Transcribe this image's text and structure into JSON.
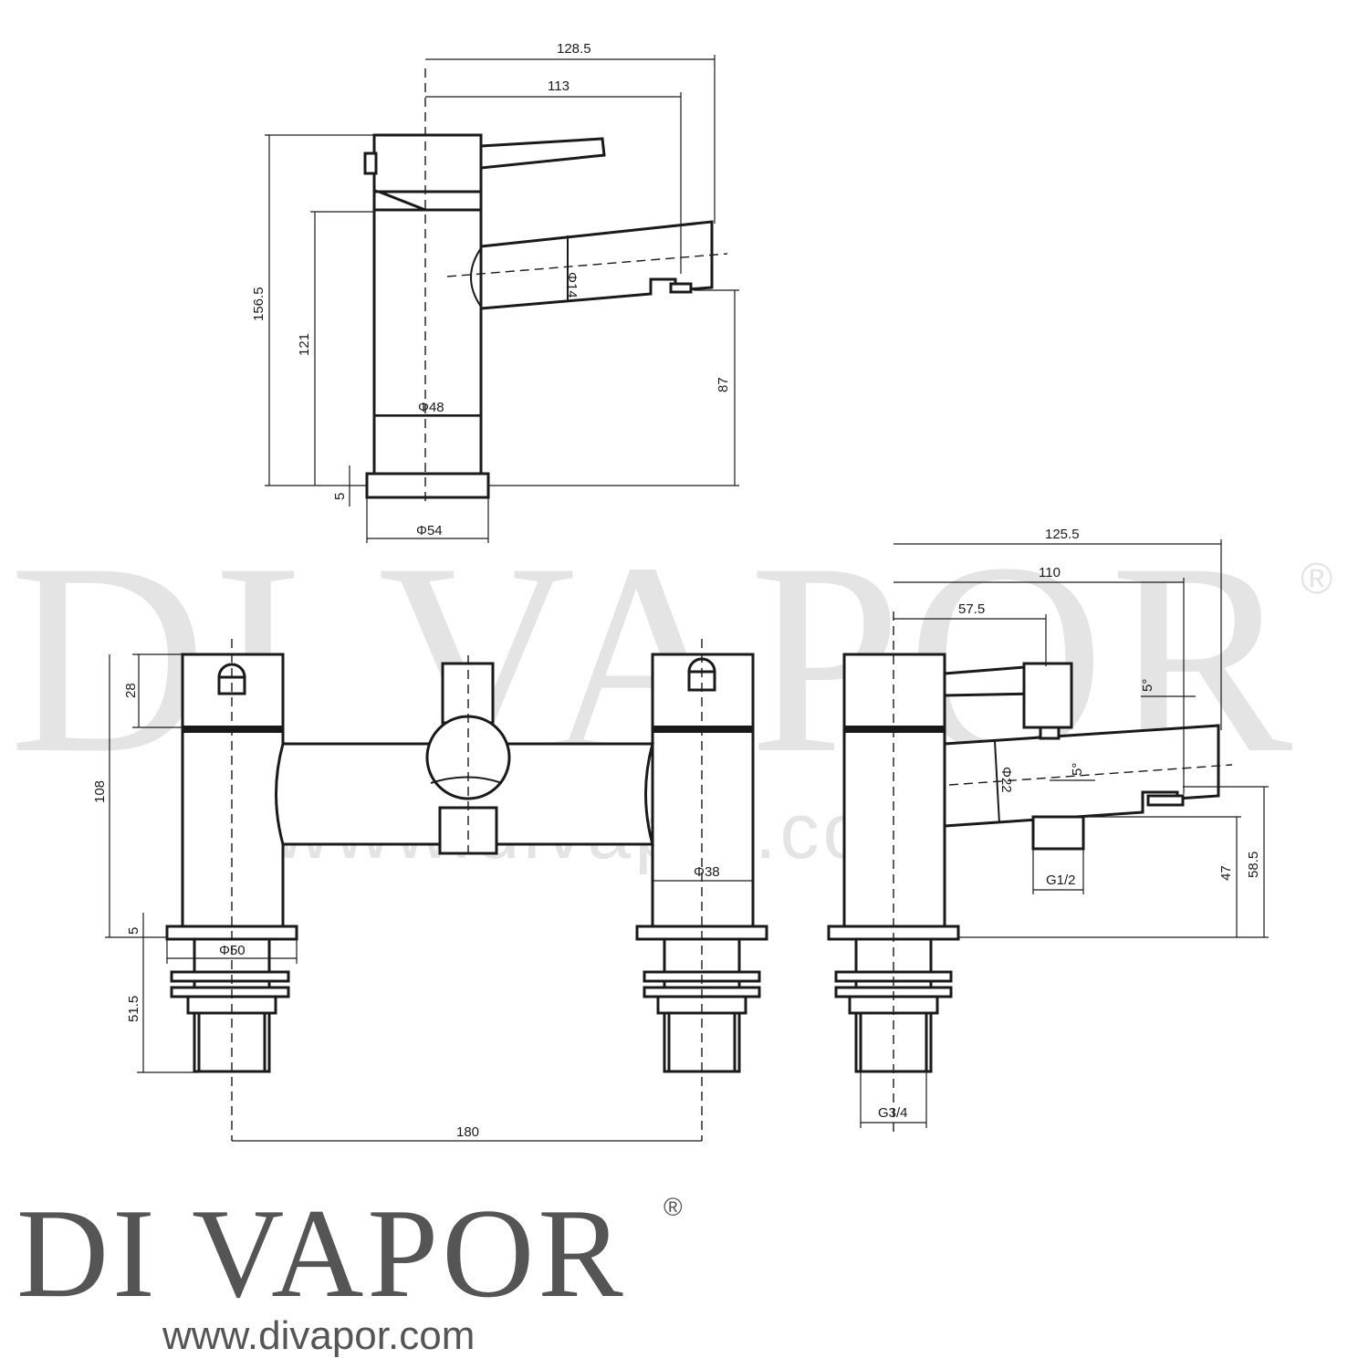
{
  "watermark": {
    "brand": "DI VAPOR",
    "reg": "®",
    "url": "www.divapor.com"
  },
  "logo": {
    "brand": "DI VAPOR",
    "reg": "®",
    "url": "www.divapor.com"
  },
  "basin_tap": {
    "dim_overall_width": "128.5",
    "dim_spout_reach": "113",
    "dim_overall_height": "156.5",
    "dim_body_height": "121",
    "dim_spout_height": "87",
    "dim_base_thickness": "5",
    "dim_body_dia": "Φ48",
    "dim_base_dia": "Φ54",
    "dim_spout_dia": "Φ14"
  },
  "bath_filler_front": {
    "dim_handle_height": "28",
    "dim_total_height": "108",
    "dim_base_thickness": "5",
    "dim_base_dia": "Φ50",
    "dim_body_dia": "Φ38",
    "dim_tail_length": "51.5",
    "dim_centres": "180"
  },
  "bath_filler_side": {
    "dim_overall_width": "125.5",
    "dim_spout_reach": "110",
    "dim_diverter_reach": "57.5",
    "dim_angle_upper": "5°",
    "dim_angle_lower": "5°",
    "dim_spout_dia": "Φ22",
    "dim_outlet_thread": "G1/2",
    "dim_outlet_height": "47",
    "dim_spout_height": "58.5",
    "dim_inlet_thread": "G3/4"
  }
}
